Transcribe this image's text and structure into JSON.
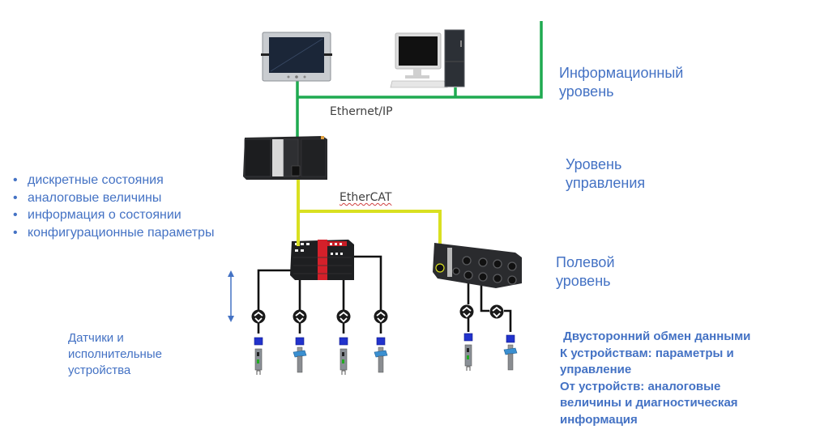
{
  "levels": {
    "information": [
      "Информационный",
      "уровень"
    ],
    "control": [
      "Уровень",
      "управления"
    ],
    "field": [
      "Полевой",
      "уровень"
    ]
  },
  "networks": {
    "ethernet_ip": "Ethernet/IP",
    "ethercat": "EtherCAT"
  },
  "data_types": [
    "дискретные состояния",
    "аналоговые  величины",
    "информация о состоянии",
    "конфигурационные параметры"
  ],
  "sensors_label": [
    "Датчики и",
    "исполнительные",
    "устройства"
  ],
  "exchange": {
    "title": " Двусторонний обмен данными",
    "lines": [
      "К устройствам: параметры и",
      "управление",
      "От устройств: аналоговые",
      "величины и диагностическая",
      "информация"
    ]
  },
  "colors": {
    "text": "#4472c4",
    "ethernet_line": "#1faa50",
    "ethercat_line": "#d9e021",
    "cable": "#111111",
    "connector": "#2233cc",
    "io_red": "#d4202a"
  },
  "devices": {
    "hmi": "hmi-panel",
    "pc": "desktop-computer",
    "plc": "controller",
    "io_block": "io-module",
    "remote_io": "remote-io-block",
    "sensor_types": [
      "proximity-sensor",
      "cylinder-sensor",
      "proximity-sensor",
      "cylinder-sensor",
      "proximity-sensor",
      "cylinder-sensor"
    ]
  }
}
